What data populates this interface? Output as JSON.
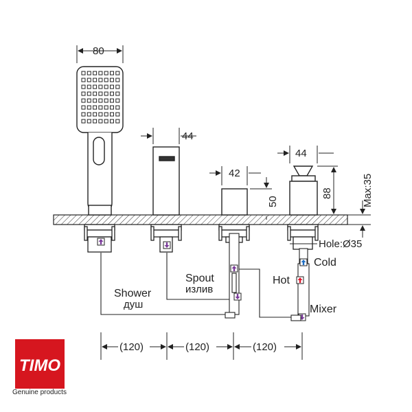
{
  "dimensions": {
    "shower_width": "80",
    "spout_width": "44",
    "valve_width": "42",
    "valve_height": "50",
    "mixer_width": "44",
    "mixer_height": "88",
    "deck_max": "Max:35",
    "hole": "Hole:Ø35",
    "spacing": [
      "(120)",
      "(120)",
      "(120)"
    ]
  },
  "labels": {
    "shower_en": "Shower",
    "shower_ru": "душ",
    "spout_en": "Spout",
    "spout_ru": "излив",
    "hot": "Hot",
    "cold": "Cold",
    "mixer": "Mixer"
  },
  "colors": {
    "hot": "#e0182d",
    "cold": "#1f6fc4",
    "mixer": "#7a3a9a",
    "arrow": "#7a3a9a",
    "logo_red": "#d6161f"
  },
  "brand": {
    "logo_text": "TIMO",
    "tagline": "Genuine products"
  }
}
